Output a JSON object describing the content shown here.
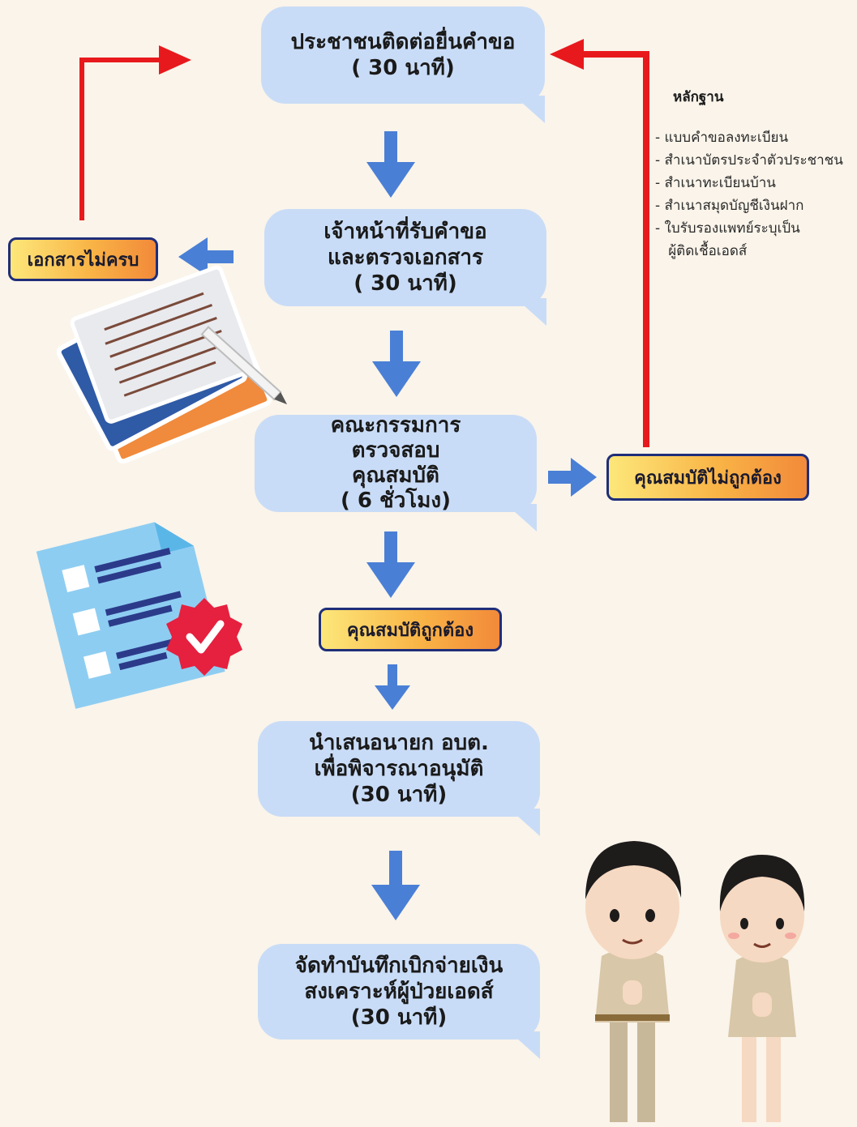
{
  "steps": [
    {
      "line1": "ประชาชนติดต่อยื่นคำขอ",
      "line2": "( 30 นาที)"
    },
    {
      "line1": "เจ้าหน้าที่รับคำขอ",
      "line2": "และตรวจเอกสาร",
      "line3": "( 30 นาที)"
    },
    {
      "line1": "คณะกรรมการ",
      "line2": "ตรวจสอบ",
      "line3": "คุณสมบัติ",
      "line4": "( 6 ชั่วโมง)"
    },
    {
      "line1": "นำเสนอนายก อบต.",
      "line2": "เพื่อพิจารณาอนุมัติ",
      "line3": "(30 นาที)"
    },
    {
      "line1": "จัดทำบันทึกเบิกจ่ายเงิน",
      "line2": "สงเคราะห์ผู้ป่วยเอดส์",
      "line3": "(30 นาที)"
    }
  ],
  "badges": {
    "incomplete_docs": "เอกสารไม่ครบ",
    "not_qualified": "คุณสมบัติไม่ถูกต้อง",
    "qualified": "คุณสมบัติถูกต้อง"
  },
  "evidence": {
    "title": "หลักฐาน",
    "items": [
      "- แบบคำขอลงทะเบียน",
      "- สำเนาบัตรประจำตัวประชาชน",
      "- สำเนาทะเบียนบ้าน",
      "- สำเนาสมุดบัญชีเงินฝาก",
      "- ใบรับรองแพทย์ระบุเป็น",
      "   ผู้ติดเชื้อเอดส์"
    ]
  },
  "icons": [
    "documents-icon",
    "checklist-icon",
    "officials-illustration"
  ],
  "colors": {
    "background": "#faf4ea",
    "step_fill": "#c9dcf7",
    "flow_arrow": "#4a7fd6",
    "return_arrow": "#e8191c",
    "badge_border": "#1f2e7a"
  }
}
